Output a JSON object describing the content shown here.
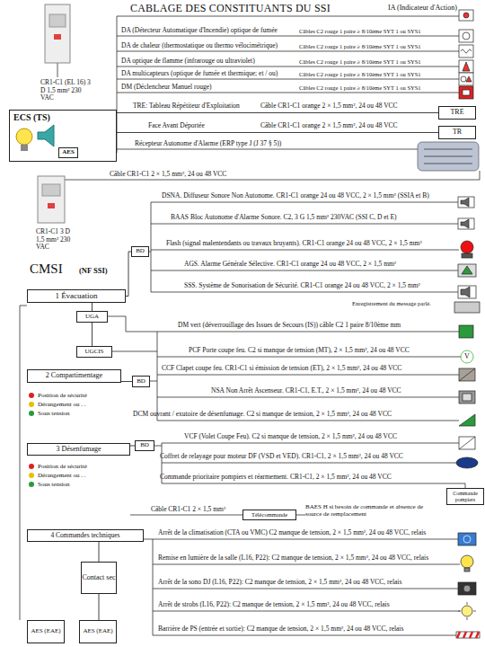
{
  "diagram": {
    "title": "CABLAGE DES CONSTITUANTS DU SSI",
    "nodes": [
      {
        "text": [
          "ECS (TS)"
        ]
      },
      {
        "text": [
          "AES"
        ],
        "in": 0
      },
      {
        "text": [
          "TRE"
        ]
      },
      {
        "text": [
          "TR"
        ]
      },
      {
        "text": [
          "BD"
        ]
      },
      {
        "text": [
          "1 Évacuation"
        ]
      },
      {
        "text": [
          "UGA"
        ]
      },
      {
        "text": [
          "UGCIS"
        ]
      },
      {
        "text": [
          "2 Compartimentage"
        ]
      },
      {
        "text": [
          "BD"
        ]
      },
      {
        "text": [
          "BD"
        ]
      },
      {
        "text": [
          "3 Désenfumage"
        ]
      },
      {
        "text": [
          "Commande pompiers"
        ]
      },
      {
        "text": [
          "Télécommande"
        ]
      },
      {
        "text": [
          "4 Commandes techniques"
        ]
      },
      {
        "text": [
          "Contact sec"
        ]
      },
      {
        "text": [
          "AES (EAE)"
        ]
      },
      {
        "text": [
          "AES (EAE)"
        ]
      }
    ],
    "edges": [
      {
        "from": 0,
        "to": 2,
        "arrow": "none"
      },
      {
        "from": 0,
        "to": 3,
        "arrow": "none"
      },
      {
        "from": 5,
        "to": 4,
        "arrow": "none"
      },
      {
        "from": 5,
        "to": 6,
        "arrow": "none"
      },
      {
        "from": 6,
        "to": 7,
        "arrow": "none"
      },
      {
        "from": 8,
        "to": 9,
        "arrow": "none"
      },
      {
        "from": 11,
        "to": 10,
        "arrow": "none"
      },
      {
        "from": 14,
        "to": 15,
        "arrow": "none"
      },
      {
        "from": 15,
        "to": 17,
        "arrow": "none"
      }
    ],
    "labels": [
      "IA (Indicateur d'Action)",
      "DA (Détecteur Automatique d'Incendie) optique de fumée",
      "Câbles C2 rouge 1 paire ≥ 8/10ème SYT 1 ou SYS1",
      "DA de chaleur (thermostatique ou thermo vélocimétrique)",
      "Câbles C2 rouge 1 paire ≥ 8/10ème SYT 1 ou SYS1",
      "DA optique de flamme (infrarouge ou ultraviolet)",
      "Câbles C2 rouge 1 paire ≥ 8/10ème SYT 1 ou SYS1",
      "DA multicapteurs (optique de fumée et thermique; et / ou)",
      "Câbles C2 rouge 1 paire ≥ 8/10ème SYT 1 ou SYS1",
      "DM (Déclencheur Manuel rouge)",
      "Câbles C2 rouge 1 paire ≥ 8/10ème SYT 1 ou SYS1",
      "CR1-C1 (EL 16) 3 D 1,5 mm² 230 VAC",
      "TRE: Tableau Répétiteur d'Exploitation",
      "Câble CR1-C1 orange 2 × 1,5 mm², 24 ou 48 VCC",
      "Face Avant Déportée",
      "Câble CR1-C1 orange 2 × 1,5 mm², 24 ou 48 VCC",
      "Récepteur Autonome d'Alarme (ERP type J (J 37 § 5))",
      "Câble CR1-C1 2 × 1,5 mm², 24 ou 48 VCC",
      "DSNA. Diffuseur Sonore Non Autonome. CR1-C1 orange 24 ou 48 VCC, 2 × 1,5 mm² (SSIA et B)",
      "BAAS Bloc Autonome d'Alarme Sonore. C2, 3 G 1,5 mm² 230VAC (SSI C, D et E)",
      "CR1-C1 3 D 1,5 mm² 230 VAC",
      "Flash (signal malentendants ou travaux bruyants). CR1-C1 orange 24 ou 48 VCC, 2 × 1,5 mm²",
      "CMSI",
      "(NF SSI)",
      "AGS. Alarme Générale Sélective. CR1-C1 orange 24 ou 48 VCC, 2 × 1,5 mm²",
      "SSS. Système de Sonorisation de Sécurité. CR1-C1 orange 24 ou 48 VCC, 2 × 1,5 mm²",
      "Enregistrement du message parlé.",
      "DM vert (déverrouillage des Issues de Secours (IS)) câble C2 1 paire 8/10ème mm",
      "PCF Porte coupe feu. C2 si manque de tension (MT), 2 × 1,5 mm², 24 ou 48 VCC",
      "V",
      "CCF Clapet coupe feu. CR1-C1 si émission de tension (ET), 2 × 1,5 mm², 24 ou 48 VCC",
      "Position de sécurité",
      "Dérangement ou . .",
      "Sous tension",
      "NSA Non Arrêt Ascenseur. CR1-C1, E.T., 2 × 1,5 mm², 24 ou 48 VCC",
      "DCM ouvrant / exutoire de désenfumage. C2 si manque de tension, 2 × 1,5 mm², 24 ou 48 VCC",
      "VCF (Volet Coupe Feu). C2 si manque de tension, 2 × 1,5 mm², 24 ou 48 VCC",
      "Coffret de relayage pour moteur DF (VSD et VED). CR1-C1, 2 × 1,5 mm², 24 ou 48 VCC",
      "Position de sécurité",
      "Dérangement ou . .",
      "Sous tension",
      "Commande prioritaire pompiers et réarmement. CR1-C1, 2 × 1,5 mm², 24 ou 48 VCC",
      "Câble CR1-C1 2 × 1,5 mm²",
      "BAES H si besoin de commande et absence de source de remplacement",
      "Arrêt de la climatisation (CTA ou VMC) C2 manque de tension, 2 × 1,5 mm², 24 ou 48 VCC, relais",
      "Remise en lumière de la salle (L16, P22): C2 manque de tension, 2 × 1,5 mm², 24 ou 48 VCC, relais",
      "Arrêt de la sono DJ (L16, P22): C2 manque de tension, 2 × 1,5 mm², 24 ou 48 VCC, relais",
      "Arrêt de strobs (L16, P22): C2 manque de tension, 2 × 1,5 mm², 24 ou 48 VCC, relais",
      "Barrière de PS (entrée et sortie): C2 manque de tension, 2 × 1,5 mm², 24 ou 48 VCC, relais"
    ]
  }
}
